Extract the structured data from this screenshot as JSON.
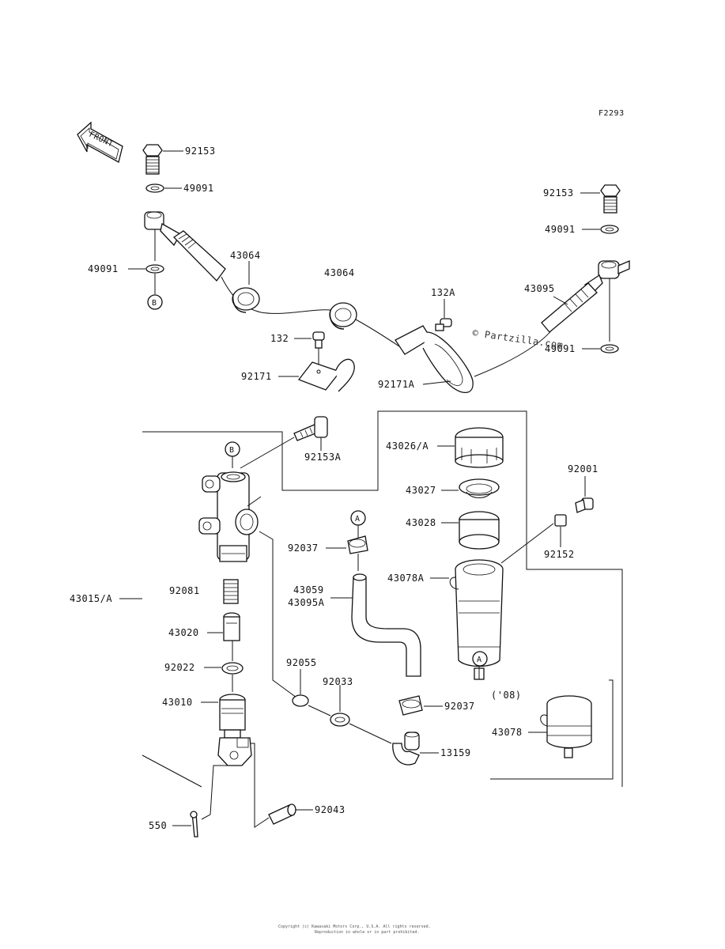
{
  "figure_code": "F2293",
  "front_label": "FRONT",
  "watermark": "© Partzilla.com",
  "year_note": "('08)",
  "circle_markers": {
    "a": "A",
    "b": "B"
  },
  "labels": {
    "p92153_l": "92153",
    "p49091_l1": "49091",
    "p49091_l2": "49091",
    "p43064_1": "43064",
    "p43064_2": "43064",
    "p132a": "132A",
    "p132": "132",
    "p92171": "92171",
    "p92171a": "92171A",
    "p92153_r": "92153",
    "p49091_r1": "49091",
    "p43095": "43095",
    "p49091_r2": "49091",
    "p92153a": "92153A",
    "p43026": "43026/A",
    "p43027": "43027",
    "p43028": "43028",
    "p92001": "92001",
    "p92152": "92152",
    "p92037_1": "92037",
    "p43059": "43059",
    "p43095a": "43095A",
    "p43078a": "43078A",
    "p43015": "43015/A",
    "p92081": "92081",
    "p43020": "43020",
    "p92022": "92022",
    "p92055": "92055",
    "p92033": "92033",
    "p92037_2": "92037",
    "p43078": "43078",
    "p43010": "43010",
    "p13159": "13159",
    "p550": "550",
    "p92043": "92043"
  },
  "footer": {
    "line1": "Copyright (c) Kawasaki Motors Corp., U.S.A. All rights reserved.",
    "line2": "Reproduction in whole or in part prohibited."
  }
}
